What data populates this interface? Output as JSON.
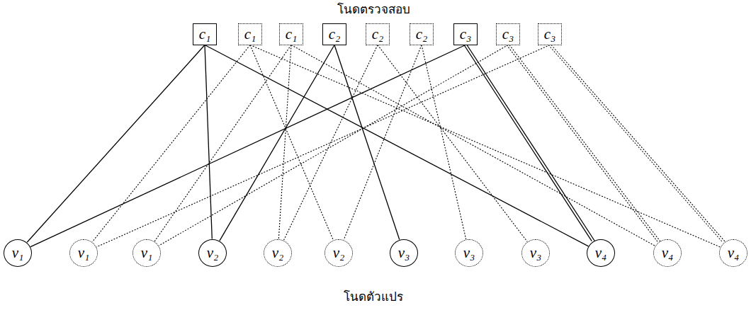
{
  "diagram": {
    "nodes": [
      {
        "text": [
          "c₁"
        ]
      },
      {
        "text": [
          "c₁"
        ]
      },
      {
        "text": [
          "c₁"
        ]
      },
      {
        "text": [
          "c₂"
        ]
      },
      {
        "text": [
          "c₂"
        ]
      },
      {
        "text": [
          "c₂"
        ]
      },
      {
        "text": [
          "c₃"
        ]
      },
      {
        "text": [
          "c₃"
        ]
      },
      {
        "text": [
          "c₃"
        ]
      },
      {
        "text": [
          "v₁"
        ]
      },
      {
        "text": [
          "v₁"
        ]
      },
      {
        "text": [
          "v₁"
        ]
      },
      {
        "text": [
          "v₂"
        ]
      },
      {
        "text": [
          "v₂"
        ]
      },
      {
        "text": [
          "v₂"
        ]
      },
      {
        "text": [
          "v₃"
        ]
      },
      {
        "text": [
          "v₃"
        ]
      },
      {
        "text": [
          "v₃"
        ]
      },
      {
        "text": [
          "v₄"
        ]
      },
      {
        "text": [
          "v₄"
        ]
      },
      {
        "text": [
          "v₄"
        ]
      }
    ],
    "edges": [
      {
        "from": 0,
        "to": 9,
        "arrow": "none"
      },
      {
        "from": 0,
        "to": 12,
        "arrow": "none"
      },
      {
        "from": 0,
        "to": 18,
        "arrow": "none"
      },
      {
        "from": 1,
        "to": 10,
        "arrow": "none"
      },
      {
        "from": 1,
        "to": 14,
        "arrow": "none"
      },
      {
        "from": 1,
        "to": 20,
        "arrow": "none"
      },
      {
        "from": 2,
        "to": 11,
        "arrow": "none"
      },
      {
        "from": 2,
        "to": 13,
        "arrow": "none"
      },
      {
        "from": 2,
        "to": 19,
        "arrow": "none"
      },
      {
        "from": 3,
        "to": 12,
        "arrow": "none"
      },
      {
        "from": 3,
        "to": 15,
        "arrow": "none"
      },
      {
        "from": 4,
        "to": 13,
        "arrow": "none"
      },
      {
        "from": 4,
        "to": 17,
        "arrow": "none"
      },
      {
        "from": 5,
        "to": 14,
        "arrow": "none"
      },
      {
        "from": 5,
        "to": 16,
        "arrow": "none"
      },
      {
        "from": 6,
        "to": 9,
        "arrow": "none"
      },
      {
        "from": 6,
        "to": 18,
        "arrow": "none"
      },
      {
        "from": 6,
        "to": 18,
        "arrow": "none"
      },
      {
        "from": 7,
        "to": 11,
        "arrow": "none"
      },
      {
        "from": 7,
        "to": 19,
        "arrow": "none"
      },
      {
        "from": 7,
        "to": 19,
        "arrow": "none"
      },
      {
        "from": 8,
        "to": 10,
        "arrow": "none"
      },
      {
        "from": 8,
        "to": 20,
        "arrow": "none"
      },
      {
        "from": 8,
        "to": 20,
        "arrow": "none"
      }
    ],
    "labels": [
      "โนดตรวจสอบ",
      "โนดตัวแปร"
    ]
  }
}
